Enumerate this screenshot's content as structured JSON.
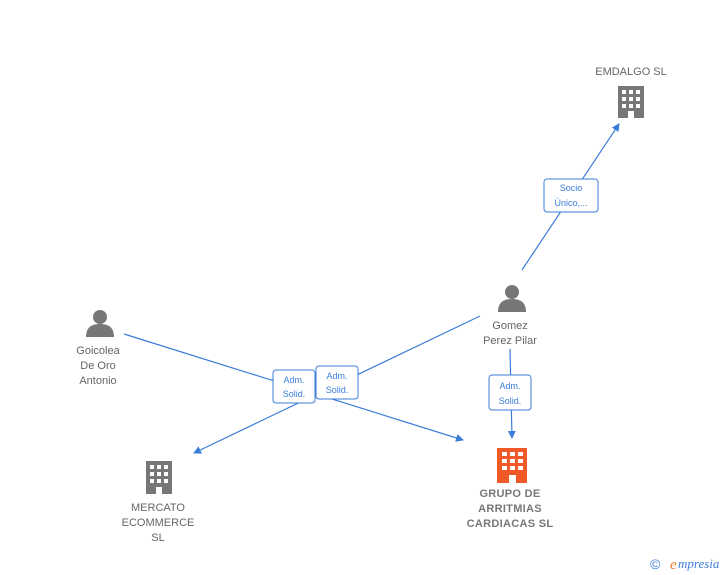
{
  "colors": {
    "edge": "#3b7dd8",
    "company_grey": "#777777",
    "company_focus": "#f05a28",
    "person": "#777777",
    "label": "#666666"
  },
  "nodes": {
    "emdalgo": {
      "label_lines": [
        "EMDALGO SL"
      ],
      "icon": "building-icon"
    },
    "gomez": {
      "label_lines": [
        "Gomez",
        "Perez Pilar"
      ],
      "icon": "person-icon"
    },
    "goicolea": {
      "label_lines": [
        "Goicolea",
        "De Oro",
        "Antonio"
      ],
      "icon": "person-icon"
    },
    "mercato": {
      "label_lines": [
        "MERCATO",
        "ECOMMERCE",
        "SL"
      ],
      "icon": "building-icon"
    },
    "grupo": {
      "label_lines": [
        "GRUPO DE",
        "ARRITMIAS",
        "CARDIACAS SL"
      ],
      "icon": "building-icon"
    }
  },
  "edges": {
    "socio": {
      "label_lines": [
        "Socio",
        "Único,..."
      ]
    },
    "adm_goicolea": {
      "label_lines": [
        "Adm.",
        "Solid."
      ]
    },
    "adm_gomez_mercato": {
      "label_lines": [
        "Adm.",
        "Solid."
      ]
    },
    "adm_gomez_grupo": {
      "label_lines": [
        "Adm.",
        "Solid."
      ]
    }
  },
  "footer": {
    "copyright_symbol": "©",
    "brand_e": "e",
    "brand_rest": "mpresia"
  }
}
